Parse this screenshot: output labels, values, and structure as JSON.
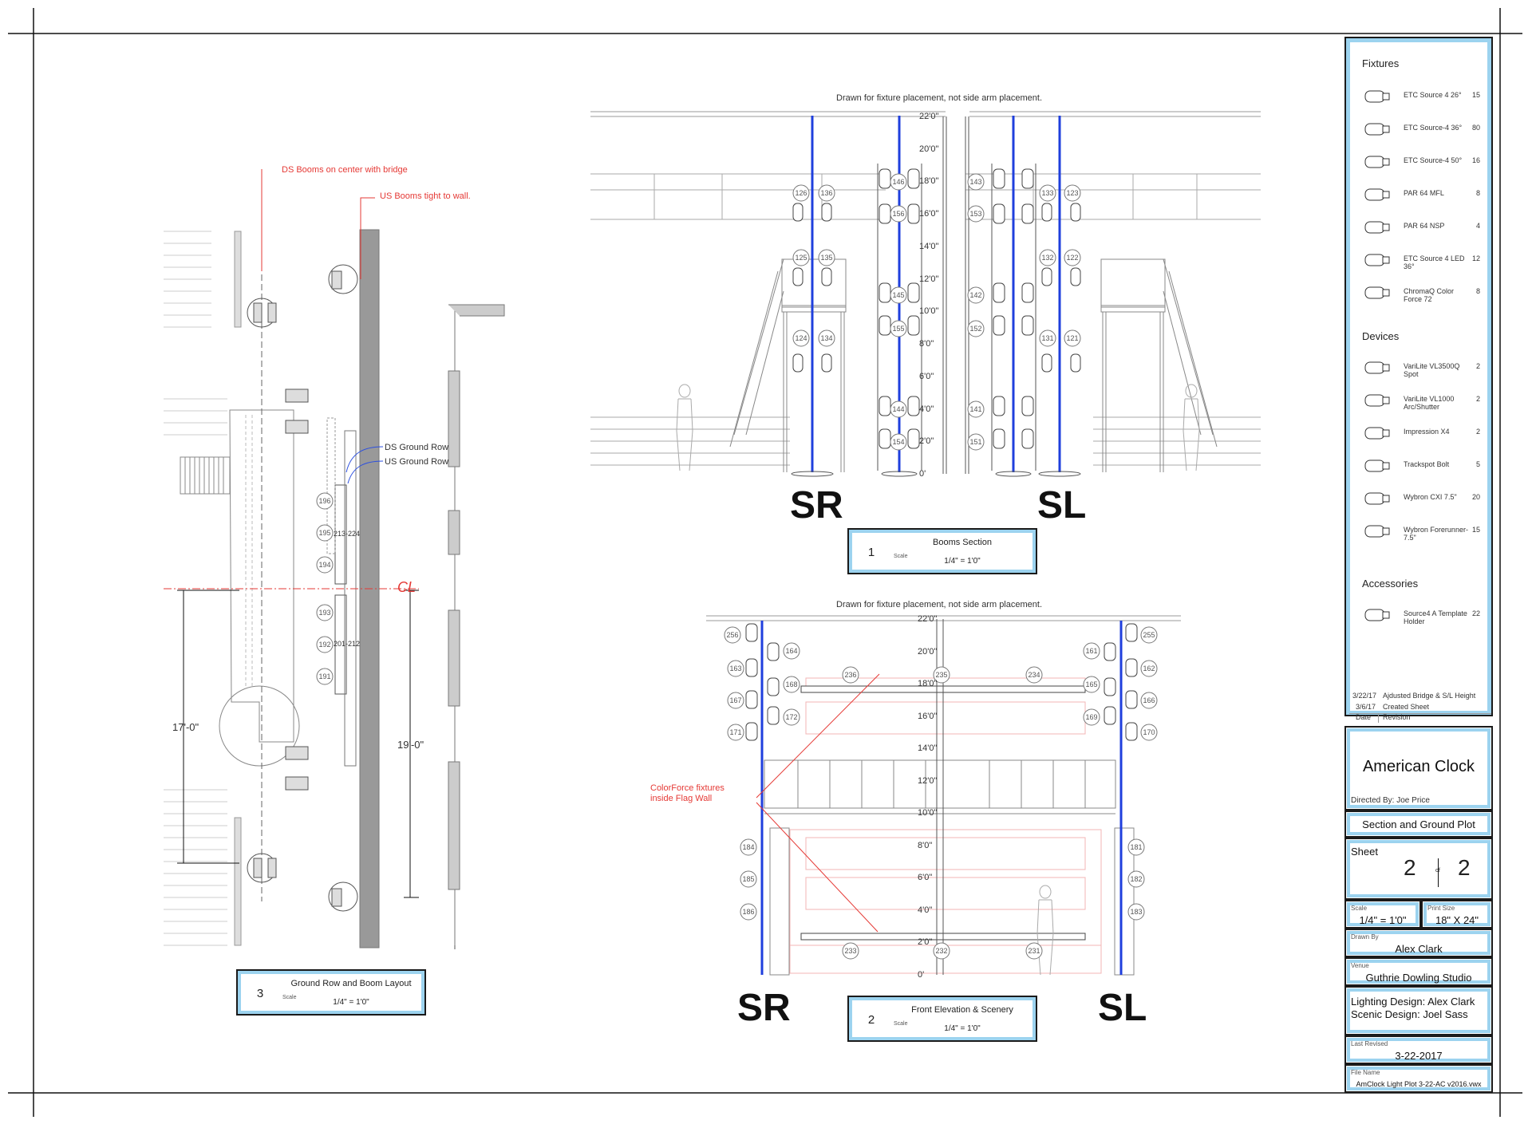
{
  "title_block": {
    "fixtures_header": "Fixtures",
    "fixtures": [
      {
        "name": "ETC Source 4 26°",
        "count": "15",
        "icon": "ellipsoidal-26-icon"
      },
      {
        "name": "ETC Source-4 36°",
        "count": "80",
        "icon": "ellipsoidal-36-icon"
      },
      {
        "name": "ETC Source-4 50°",
        "count": "16",
        "icon": "ellipsoidal-50-icon"
      },
      {
        "name": "PAR 64 MFL",
        "count": "8",
        "icon": "par-mfl-icon"
      },
      {
        "name": "PAR 64 NSP",
        "count": "4",
        "icon": "par-nsp-icon"
      },
      {
        "name": "ETC Source 4 LED 36°",
        "count": "12",
        "icon": "led-ellipsoidal-icon"
      },
      {
        "name": "ChromaQ Color Force 72",
        "count": "8",
        "icon": "strip-light-icon"
      }
    ],
    "devices_header": "Devices",
    "devices": [
      {
        "name": "VariLite VL3500Q Spot",
        "count": "2",
        "icon": "moving-head-spot-icon"
      },
      {
        "name": "VariLite VL1000 Arc/Shutter",
        "count": "2",
        "icon": "moving-head-arc-icon"
      },
      {
        "name": "Impression X4",
        "count": "2",
        "icon": "moving-wash-icon"
      },
      {
        "name": "Trackspot Bolt",
        "count": "5",
        "icon": "trackspot-icon"
      },
      {
        "name": "Wybron CXI 7.5\"",
        "count": "20",
        "icon": "scroller-icon"
      },
      {
        "name": "Wybron Forerunner-7.5\"",
        "count": "15",
        "icon": "scroller-icon"
      }
    ],
    "accessories_header": "Accessories",
    "accessories": [
      {
        "name": "Source4 A Template Holder",
        "count": "22",
        "icon": "template-holder-icon"
      }
    ],
    "revisions": [
      {
        "date": "3/22/17",
        "text": "Ajdusted Bridge & S/L Height"
      },
      {
        "date": "3/6/17",
        "text": "Created Sheet"
      }
    ],
    "revision_header_date": "Date",
    "revision_header_text": "Revision",
    "show_title": "American Clock",
    "directed_by": "Directed By: Joe Price",
    "sheet_title": "Section and Ground Plot",
    "sheet_label": "Sheet",
    "sheet_number": "2",
    "sheet_of": "of",
    "sheet_total": "2",
    "scale_label": "Scale",
    "scale": "1/4\" = 1'0\"",
    "print_size_label": "Print Size",
    "print_size": "18\" X 24\"",
    "drawn_by_label": "Drawn By",
    "drawn_by": "Alex Clark",
    "venue_label": "Venue",
    "venue": "Guthrie Dowling Studio",
    "lighting_design": "Lighting Design: Alex Clark",
    "scenic_design": "Scenic Design: Joel Sass",
    "last_revised_label": "Last Revised",
    "last_revised": "3-22-2017",
    "file_name_label": "File Name",
    "file_name": "AmClock Light Plot 3-22-AC v2016.vwx"
  },
  "ground_plan": {
    "note_ds_booms": "DS Booms on center with bridge",
    "note_us_booms": "US Booms tight to wall.",
    "label_ds_ground_row": "DS Ground Row",
    "label_us_ground_row": "US Ground Row",
    "dim_left": "17'-0\"",
    "dim_right": "19'-0\"",
    "centerline_symbol": "CL",
    "channels": [
      "196",
      "195",
      "194",
      "193",
      "192",
      "191"
    ],
    "unit_labels": [
      "213-224",
      "201-212"
    ],
    "view_number": "3",
    "view_name": "Ground Row and Boom Layout",
    "scale_label": "Scale",
    "view_scale": "1/4\" = 1'0\""
  },
  "booms_section": {
    "note": "Drawn for fixture placement, not side arm placement.",
    "heights": [
      "22'0\"",
      "20'0\"",
      "18'0\"",
      "16'0\"",
      "14'0\"",
      "12'0\"",
      "10'0\"",
      "8'0\"",
      "6'0\"",
      "4'0\"",
      "2'0\"",
      "0'"
    ],
    "sr_label": "SR",
    "sl_label": "SL",
    "channels_sr_outer": [
      "126",
      "136",
      "125",
      "135",
      "124",
      "134"
    ],
    "channels_sr_inner": [
      "146",
      "156",
      "145",
      "155",
      "144",
      "154"
    ],
    "channels_sl_inner": [
      "143",
      "153",
      "142",
      "152",
      "141",
      "151"
    ],
    "channels_sl_outer": [
      "133",
      "123",
      "132",
      "122",
      "131",
      "121"
    ],
    "view_number": "1",
    "view_name": "Booms Section",
    "scale_label": "Scale",
    "view_scale": "1/4\" = 1'0\""
  },
  "front_elevation": {
    "note": "Drawn for fixture placement, not side arm placement.",
    "heights": [
      "22'0\"",
      "20'0\"",
      "18'0\"",
      "16'0\"",
      "14'0\"",
      "12'0\"",
      "10'0\"",
      "8'0\"",
      "6'0\"",
      "4'0\"",
      "2'0\"",
      "0'"
    ],
    "note_colorforce": "ColorForce fixtures inside Flag Wall",
    "sr_label": "SR",
    "sl_label": "SL",
    "channels_sr_boom": [
      "256",
      "164",
      "163",
      "168",
      "167",
      "172",
      "171"
    ],
    "channels_sl_boom": [
      "255",
      "161",
      "162",
      "165",
      "166",
      "169",
      "170"
    ],
    "channels_top_strips": [
      "236",
      "235",
      "234"
    ],
    "channels_bottom_strips": [
      "233",
      "232",
      "231"
    ],
    "channels_sr_wall": [
      "184",
      "185",
      "186"
    ],
    "channels_sl_wall": [
      "181",
      "182",
      "183"
    ],
    "view_number": "2",
    "view_name": "Front Elevation & Scenery",
    "scale_label": "Scale",
    "view_scale": "1/4\" = 1'0\""
  }
}
